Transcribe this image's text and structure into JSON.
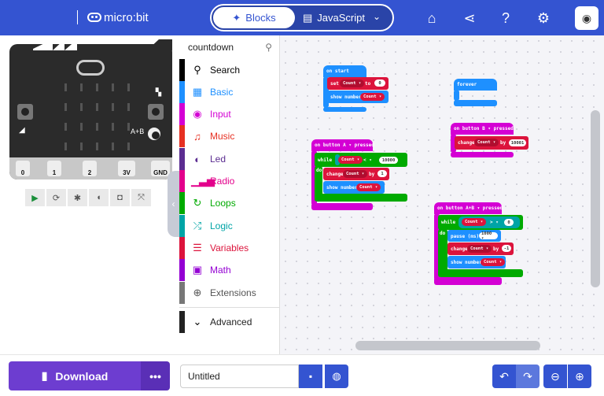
{
  "app": {
    "title": "micro:bit"
  },
  "tabs": {
    "blocks": "Blocks",
    "javascript": "JavaScript"
  },
  "colors": {
    "header": "#3454d1",
    "download": "#6d3dd0",
    "basic": "#1e90ff",
    "input": "#d400d4",
    "music": "#e63022",
    "led": "#5c2d91",
    "radio": "#e3008c",
    "loops": "#00aa00",
    "logic": "#00a4a6",
    "variables": "#dc143c",
    "math": "#9400d3",
    "extensions": "#777777"
  },
  "search": {
    "value": "countdown"
  },
  "toolbox": {
    "items": [
      {
        "label": "Search",
        "icon": "search-icon"
      },
      {
        "label": "Basic",
        "icon": "grid-icon"
      },
      {
        "label": "Input",
        "icon": "target-icon"
      },
      {
        "label": "Music",
        "icon": "headphones-icon"
      },
      {
        "label": "Led",
        "icon": "toggle-icon"
      },
      {
        "label": "Radio",
        "icon": "signal-icon"
      },
      {
        "label": "Loops",
        "icon": "refresh-icon"
      },
      {
        "label": "Logic",
        "icon": "shuffle-icon"
      },
      {
        "label": "Variables",
        "icon": "list-icon"
      },
      {
        "label": "Math",
        "icon": "calculator-icon"
      },
      {
        "label": "Extensions",
        "icon": "plus-circle-icon"
      }
    ],
    "advanced": "Advanced"
  },
  "simulator": {
    "pins": [
      "0",
      "1",
      "2",
      "3V",
      "GND"
    ],
    "button_ab_label": "A+B"
  },
  "blocks": {
    "on_start": {
      "header": "on start",
      "stmt1": "set",
      "var1": "Count ▾",
      "to": "to",
      "val1": "0",
      "stmt2": "show number",
      "var2": "Count ▾"
    },
    "forever": {
      "header": "forever"
    },
    "on_button_b": {
      "header": "on button  B ▾  pressed",
      "stmt": "change",
      "var": "Count ▾",
      "by": "by",
      "val": "10001"
    },
    "on_button_a": {
      "header": "on button  A ▾  pressed",
      "while": "while",
      "var": "Count ▾",
      "op": "< ▾",
      "limit": "10000",
      "do": "do",
      "change": "change",
      "var2": "Count ▾",
      "by": "by",
      "val": "1",
      "show": "show number",
      "var3": "Count ▾"
    },
    "on_button_ab": {
      "header": "on button  A+B ▾  pressed",
      "while": "while",
      "var": "Count ▾",
      "op": "> ▾",
      "limit": "0",
      "do": "do",
      "pause": "pause (ms)",
      "pause_val": "1000 ▾",
      "change": "change",
      "var2": "Count ▾",
      "by": "by",
      "val": "-1",
      "show": "show number",
      "var3": "Count ▾"
    }
  },
  "bottom": {
    "download": "Download",
    "more": "•••",
    "project_name": "Untitled"
  }
}
